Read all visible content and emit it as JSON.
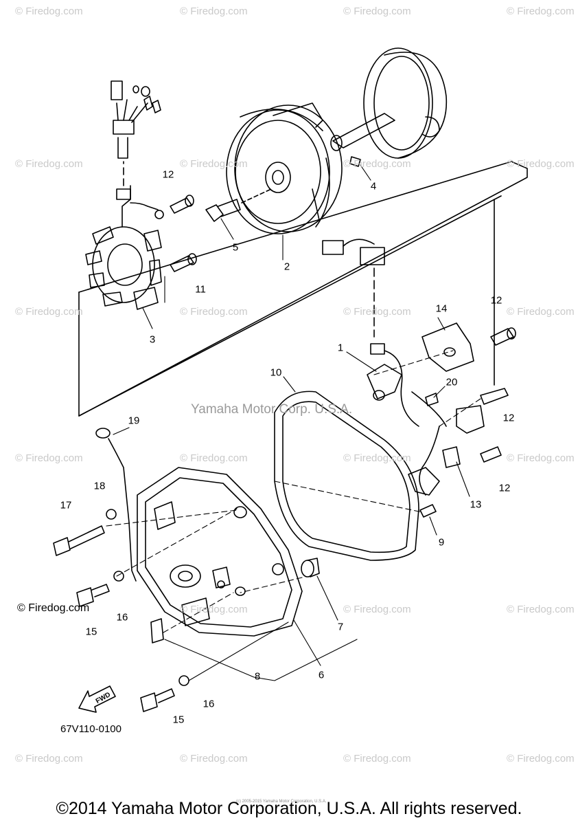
{
  "watermarks": {
    "text": "© Firedog.com",
    "center_text": "Yamaha Motor Corp. U.S.A.",
    "dark_text": "© Firedog.com"
  },
  "part_labels": [
    "1",
    "2",
    "3",
    "4",
    "5",
    "6",
    "7",
    "8",
    "9",
    "10",
    "11",
    "12",
    "12",
    "12",
    "12",
    "13",
    "14",
    "15",
    "15",
    "16",
    "16",
    "17",
    "18",
    "19",
    "20"
  ],
  "diagram_code": "67V110-0100",
  "fwd_label": "FWD",
  "small_credit": "(c) 2005-2015 Yamaha Motor Corporation, U.S.A.",
  "copyright": "©2014 Yamaha Motor Corporation, U.S.A. All rights reserved."
}
